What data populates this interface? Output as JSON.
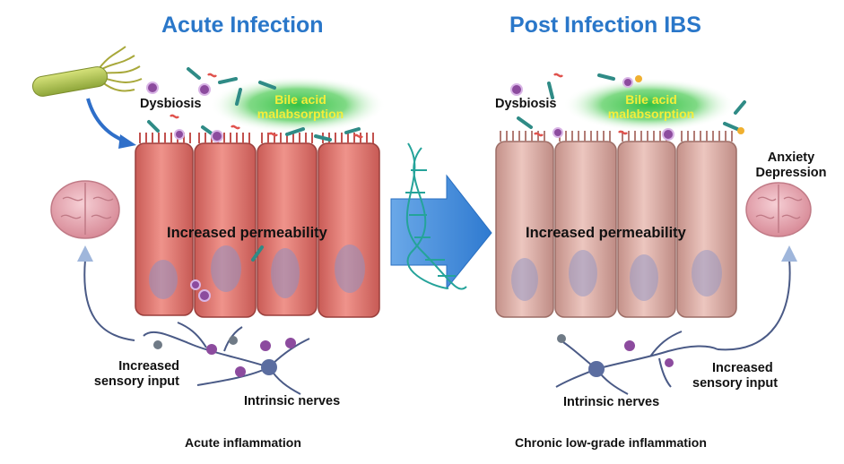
{
  "left_panel": {
    "title": "Acute Infection",
    "dysbiosis": "Dysbiosis",
    "bile_line1": "Bile acid",
    "bile_line2": "malabsorption",
    "permeability": "Increased permeability",
    "sensory_line1": "Increased",
    "sensory_line2": "sensory input",
    "nerves": "Intrinsic nerves",
    "caption": "Acute inflammation",
    "cell_color": "#e9837c"
  },
  "right_panel": {
    "title": "Post Infection IBS",
    "dysbiosis": "Dysbiosis",
    "bile_line1": "Bile acid",
    "bile_line2": "malabsorption",
    "permeability": "Increased permeability",
    "anxiety_line1": "Anxiety",
    "anxiety_line2": "Depression",
    "sensory_line1": "Increased",
    "sensory_line2": "sensory input",
    "nerves": "Intrinsic nerves",
    "caption": "Chronic low-grade inflammation",
    "cell_color": "#deaea6"
  },
  "colors": {
    "title": "#2a77c9",
    "transition_arrow": "#3f86d6",
    "bile_glow": "#39c44a",
    "bile_text": "#f4ee3a",
    "nerve": "#4a5a86",
    "brain": "#e7a9b3"
  }
}
